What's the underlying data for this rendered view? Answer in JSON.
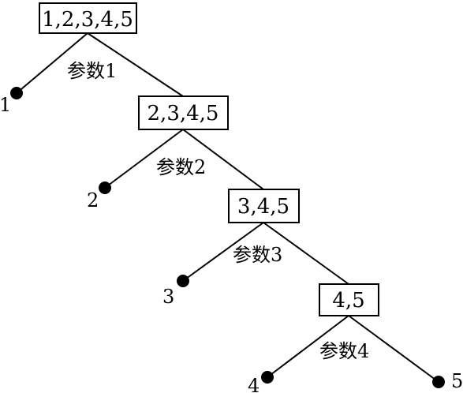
{
  "nodes": [
    {
      "label": "1,2,3,4,5"
    },
    {
      "label": "2,3,4,5"
    },
    {
      "label": "3,4,5"
    },
    {
      "label": "4,5"
    }
  ],
  "params": [
    {
      "label": "参数1"
    },
    {
      "label": "参数2"
    },
    {
      "label": "参数3"
    },
    {
      "label": "参数4"
    }
  ],
  "leaves": [
    {
      "label": "1"
    },
    {
      "label": "2"
    },
    {
      "label": "3"
    },
    {
      "label": "4"
    },
    {
      "label": "5"
    }
  ]
}
